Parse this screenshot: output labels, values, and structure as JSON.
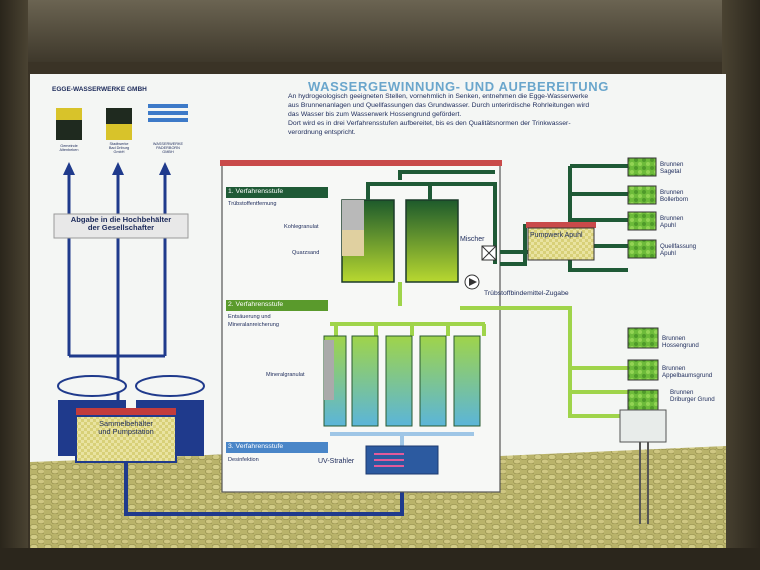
{
  "title": "WASSERGEWINNUNG- UND AUFBEREITUNG",
  "intro": [
    "An hydrogeologisch geeigneten Stellen, vornehmlich in Senken, entnehmen die Egge-Wasserwerke",
    "aus Brunnenanlagen und Quellfassungen das Grundwasser. Durch unterirdische Rohrleitungen wird",
    "das Wasser bis zum Wasserwerk Hossengrund gefördert.",
    "Dort wird es in drei Verfahrensstufen aufbereitet, bis es den Qualitätsnormen der Trinkwasser-",
    "verordnung entspricht."
  ],
  "company": "EGGE-WASSERWERKE GMBH",
  "shareholders": {
    "a": [
      "Gemeinde",
      "Altenbeken"
    ],
    "b": [
      "Stadtwerke",
      "Bad Driburg",
      "GmbH"
    ],
    "c": [
      "WASSERWERKE",
      "PADERBORN",
      "GMBH"
    ]
  },
  "abgabe": [
    "Abgabe in die Hochbehälter",
    "der Gesellschafter"
  ],
  "sammel": [
    "Sammelbehälter",
    "und Pumpstation"
  ],
  "stage1": {
    "title": "1. Verfahrensstufe",
    "sub": "Trübstoffentfernung",
    "kohle": "Kohlegranulat",
    "quarz": "Quarzsand"
  },
  "mischer": "Mischer",
  "zugabe": "Trübstoffbindemittel-Zugabe",
  "stage2": {
    "title": "2. Verfahrensstufe",
    "sub1": "Entsäuerung und",
    "sub2": "Mineralanreicherung",
    "mineral": "Mineralgranulat"
  },
  "stage3": {
    "title": "3. Verfahrensstufe",
    "sub": "Desinfektion",
    "uv": "UV-Strahler"
  },
  "pumpwerk": "Pumpwerk Apuhl",
  "sources_upper": [
    [
      "Brunnen",
      "Sagetal"
    ],
    [
      "Brunnen",
      "Bollerborn"
    ],
    [
      "Brunnen",
      "Apuhl"
    ],
    [
      "Quellfassung",
      "Apuhl"
    ]
  ],
  "sources_lower": [
    [
      "Brunnen",
      "Hossengrund"
    ],
    [
      "Brunnen",
      "Appelbaumsgrund"
    ],
    [
      "Brunnen",
      "Driburger Grund"
    ]
  ],
  "colors": {
    "navy": "#1f3a8c",
    "green": "#5a9a2c",
    "dark_green": "#1f5a36",
    "pipe_blue": "#9fc6e6",
    "red": "#c33c3c"
  }
}
